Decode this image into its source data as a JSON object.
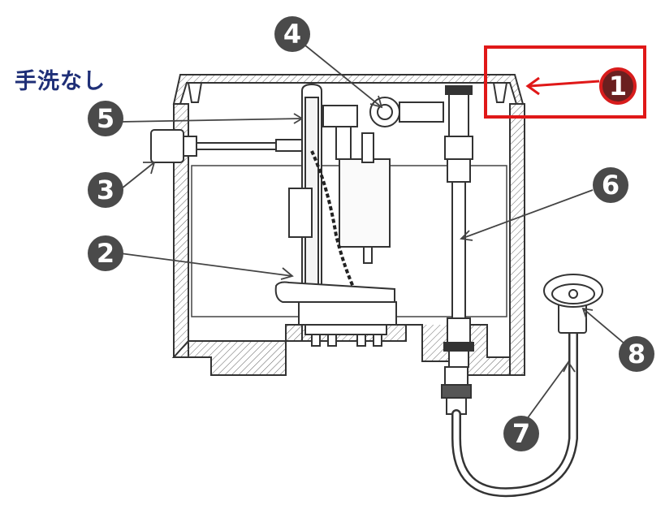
{
  "title": "手洗なし",
  "highlight_color": "#e01818",
  "callouts": [
    {
      "label": "1",
      "style": "red"
    },
    {
      "label": "2"
    },
    {
      "label": "3"
    },
    {
      "label": "4"
    },
    {
      "label": "5"
    },
    {
      "label": "6"
    },
    {
      "label": "7"
    },
    {
      "label": "8"
    }
  ]
}
